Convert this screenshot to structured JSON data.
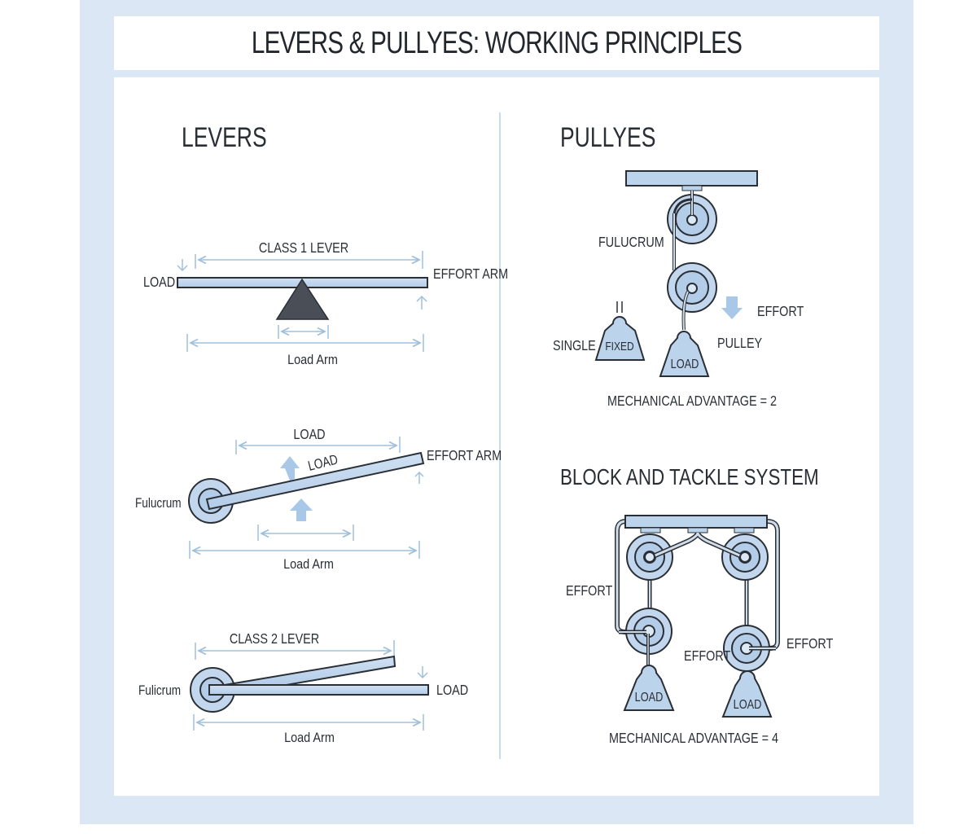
{
  "title": "LEVERS & PULLYES: WORKING PRINCIPLES",
  "colors": {
    "frame": "#dbe7f4",
    "bar_fill": "#bcd3ec",
    "outline": "#2a2f36",
    "dimension_line": "#9fc0dc",
    "arrow_fill": "#a9c8e8",
    "fulcrum_triangle": "#4a4f57"
  },
  "levers": {
    "heading": "LEVERS",
    "class1": {
      "label": "CLASS 1 LEVER",
      "load": "LOAD",
      "effort_arm": "EFFORT ARM",
      "load_arm": "Load Arm"
    },
    "class3": {
      "top_label": "LOAD",
      "bar_label": "LOAD",
      "effort_arm": "EFFORT ARM",
      "fulcrum": "Fulucrum",
      "load_arm": "Load Arm"
    },
    "class2": {
      "label": "CLASS 2 LEVER",
      "fulcrum": "Fulicrum",
      "load": "LOAD",
      "load_arm": "Load Arm"
    }
  },
  "pulleys": {
    "heading": "PULLYES",
    "fulcrum": "FULUCRUM",
    "effort": "EFFORT",
    "single": "SINGLE",
    "fixed": "FIXED",
    "pulley": "PULLEY",
    "load": "LOAD",
    "mechanical_advantage": "MECHANICAL ADVANTAGE = 2"
  },
  "block_tackle": {
    "heading": "BLOCK AND TACKLE SYSTEM",
    "effort_left": "EFFORT",
    "effort_mid": "EFFORT",
    "effort_right": "EFFORT",
    "load_left": "LOAD",
    "load_right": "LOAD",
    "mechanical_advantage": "MECHANICAL ADVANTAGE = 4"
  }
}
